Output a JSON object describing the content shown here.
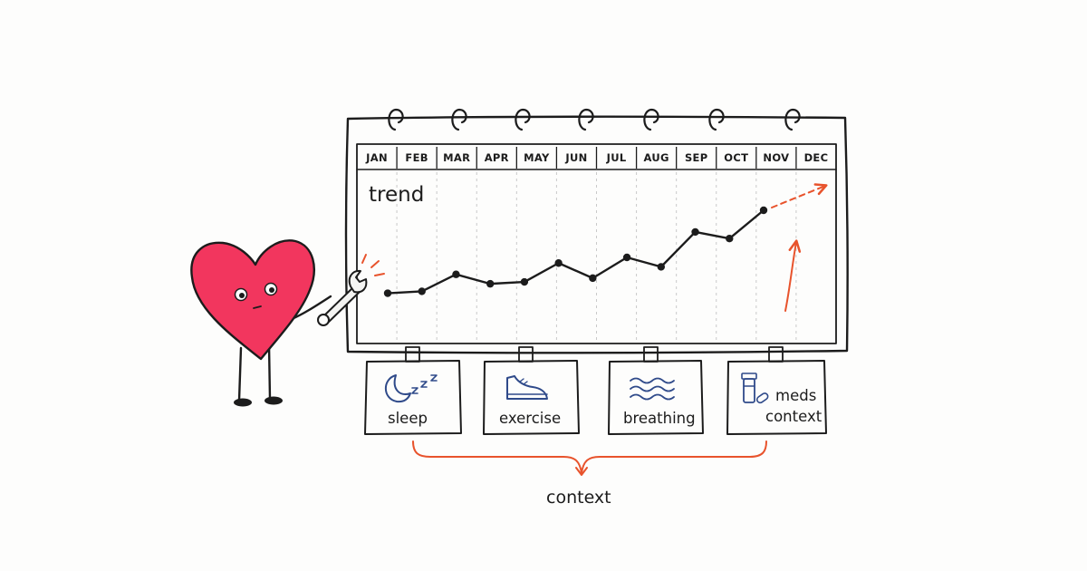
{
  "colors": {
    "ink": "#1c1c1c",
    "accent": "#e8532c",
    "heart": "#f2365e",
    "icon": "#2f4a8a",
    "background": "#fdfdfc"
  },
  "calendar": {
    "title": "trend",
    "months": [
      "JAN",
      "FEB",
      "MAR",
      "APR",
      "MAY",
      "JUN",
      "JUL",
      "AUG",
      "SEP",
      "OCT",
      "NOV",
      "DEC"
    ],
    "trend_values": [
      0.12,
      0.14,
      0.32,
      0.22,
      0.24,
      0.44,
      0.28,
      0.5,
      0.4,
      0.77,
      0.7,
      1.0
    ],
    "forecast_arrow": "dashed-arrow-up-right",
    "rise_arrow": "curved-arrow-up"
  },
  "cards": [
    {
      "label": "sleep",
      "icon": "moon-zzz-icon"
    },
    {
      "label": "exercise",
      "icon": "sneaker-icon"
    },
    {
      "label": "breathing",
      "icon": "waves-icon"
    },
    {
      "label_lines": [
        "meds",
        "context"
      ],
      "icon": "pill-bottle-icon"
    }
  ],
  "context": {
    "label": "context"
  },
  "character": {
    "name": "heart-mascot",
    "tool": "wrench-icon"
  }
}
